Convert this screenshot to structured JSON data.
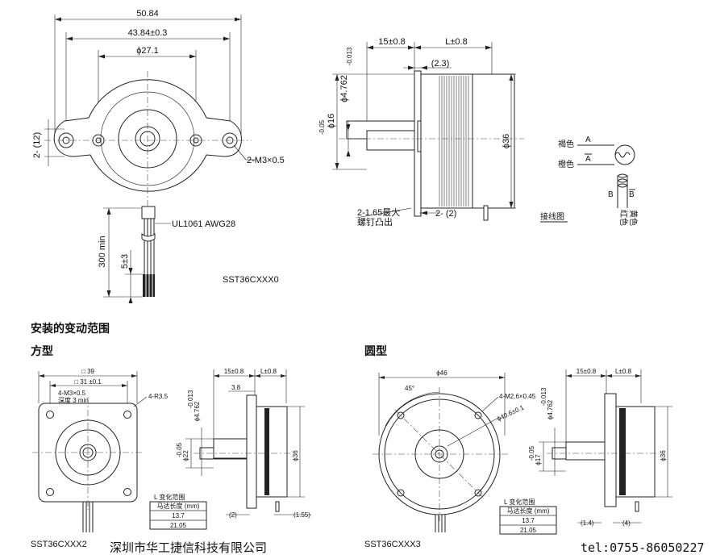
{
  "main_view": {
    "dim_overall": "50.84",
    "dim_holes": "43.84±0.3",
    "dim_boss": "ϕ27.1",
    "dim_height": "2- (12)",
    "dim_screw": "2-M3×0.5",
    "cable_label": "UL1061 AWG28",
    "lead_length": "300 min",
    "strip_length": "5±3",
    "model": "SST36CXXX0"
  },
  "side_view": {
    "dim_shaft_len": "15±0.8",
    "dim_body_len": "L±0.8",
    "dim_flange": "(2.3)",
    "dim_shaft_dia": "ϕ4.762",
    "dim_shaft_tol": "-0.013",
    "dim_boss_dia": "ϕ16",
    "dim_boss_tol": "-0.05",
    "dim_body_dia": "ϕ36",
    "dim_rivet_a": "2-1.65最大",
    "dim_rivet_b": "螺钉凸出",
    "dim_rivet_c": "2- (2)"
  },
  "wiring": {
    "brown": "褐色",
    "orange": "橙色",
    "a": "A",
    "a_bar": "A",
    "b": "B",
    "b_bar": "B",
    "red": "红色",
    "yellow": "黄色",
    "caption": "接线图"
  },
  "section_title": "安装的变动范围",
  "square": {
    "title": "方型",
    "dim_outer": "□ 39",
    "dim_holes": "□ 31 ±0.1",
    "dim_thread": "4-M3×0.5",
    "dim_depth": "深度 3 min",
    "dim_corner": "4-R3.5",
    "side_shaft": "15±0.8",
    "side_body": "L±0.8",
    "side_flange": "3.8",
    "side_shaft_dia": "ϕ4.762",
    "side_shaft_tol": "-0.013",
    "side_boss_dia": "ϕ22",
    "side_boss_tol": "-0.05",
    "side_body_dia": "ϕ36",
    "side_gap_a": "(2)",
    "side_gap_b": "(1.55)",
    "model": "SST36CXXX2",
    "table": {
      "title": "L 变化范围",
      "header": "马达长度 (mm)",
      "rows": [
        "13.7",
        "21.05"
      ]
    }
  },
  "round": {
    "title": "圆型",
    "dim_outer": "ϕ46",
    "dim_angle": "45°",
    "dim_screw": "4-M2.6×0.45",
    "dim_pcd": "ϕ40.6±0.1",
    "side_shaft": "15±0.8",
    "side_body": "L±0.8",
    "side_shaft_dia": "ϕ4.762",
    "side_shaft_tol": "-0.013",
    "side_boss_dia": "ϕ17",
    "side_boss_tol": "-0.05",
    "side_body_dia": "ϕ36",
    "side_gap_a": "(1.4)",
    "side_gap_b": "(4)",
    "model": "SST36CXXX3",
    "table": {
      "title": "L 变化范围",
      "header": "马达长度 (mm)",
      "rows": [
        "13.7",
        "21.05"
      ]
    }
  },
  "footer": {
    "company": "深圳市华工捷信科技有限公司",
    "phone": "tel:0755-86050227"
  }
}
